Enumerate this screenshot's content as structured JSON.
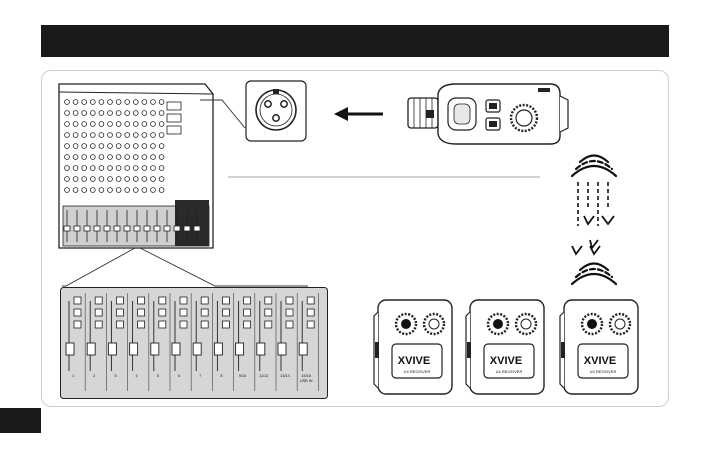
{
  "header": {
    "title": ""
  },
  "fader_strip": {
    "channel_labels": [
      "1",
      "2",
      "3",
      "4",
      "5",
      "6",
      "7",
      "8",
      "9/10",
      "11/12",
      "13/14",
      "15/16\nUSB IN"
    ]
  },
  "receivers": [
    {
      "logo": "XVIVE",
      "model": "U4 RECEIVER"
    },
    {
      "logo": "XVIVE",
      "model": "U4 RECEIVER"
    },
    {
      "logo": "XVIVE",
      "model": "U4 RECEIVER"
    }
  ],
  "colors": {
    "bar": "#1a1a1a",
    "line": "#222222",
    "panel_border": "#cfcfcf",
    "fader_bg": "#d6d6d6"
  }
}
